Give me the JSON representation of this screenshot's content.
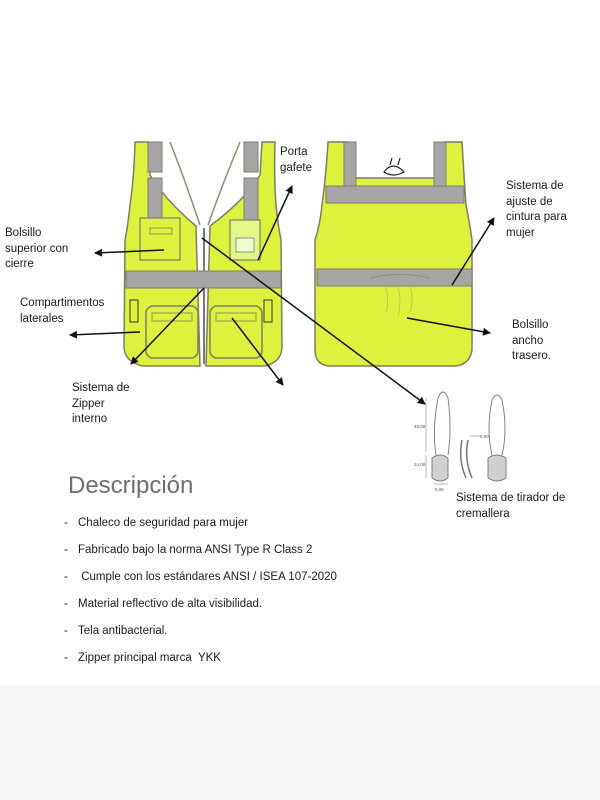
{
  "callouts": {
    "porta_gafete": "Porta\ngafete",
    "bolsillo_superior": "Bolsillo\nsuperior con\ncierre",
    "compartimentos": "Compartimentos\nlaterales",
    "sistema_zipper": "Sistema de\nZipper\ninterno",
    "sistema_ajuste": "Sistema de\najuste de\ncintura para\nmujer",
    "bolsillo_ancho": "Bolsillo\nancho\ntrasero.",
    "sistema_tirador": "Sistema de tirador de\ncremallera"
  },
  "zipper_dims": [
    "45,00",
    "24,00",
    "5,60",
    "8,96"
  ],
  "section_title": "Descripción",
  "features": [
    "Chaleco de seguridad para mujer",
    "Fabricado bajo la norma ANSI Type R Class 2",
    " Cumple con los estándares ANSI / ISEA 107-2020",
    "Material reflectivo de alta visibilidad.",
    "Tela antibacterial.",
    "Zipper principal marca  YKK"
  ],
  "colors": {
    "vest": "#dcf23c",
    "reflective": "#a6a6a6",
    "outline": "#7d7d6a",
    "title": "#6e6e6e"
  }
}
